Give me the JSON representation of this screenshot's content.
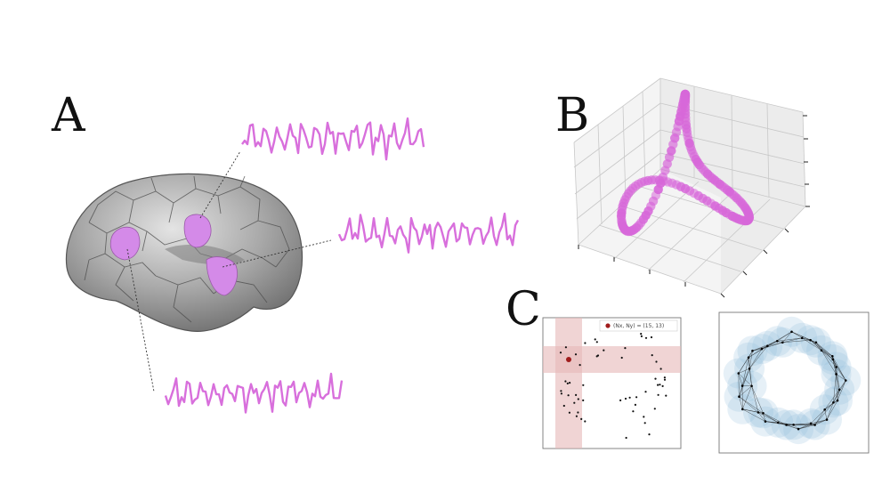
{
  "panels": {
    "a_label": "A",
    "b_label": "B",
    "c_label": "C"
  },
  "panel_c": {
    "legend_label": "(Nx, Ny) = (15, 13)"
  },
  "colors": {
    "signal": "#d86fdc",
    "region": "#d48ae8",
    "point_cloud": "#d768d9",
    "highlight": "#a01c1c",
    "band": "#e6b8b8",
    "nerve_ball": "#8fb9d9",
    "brain": "#9a9a9a"
  }
}
